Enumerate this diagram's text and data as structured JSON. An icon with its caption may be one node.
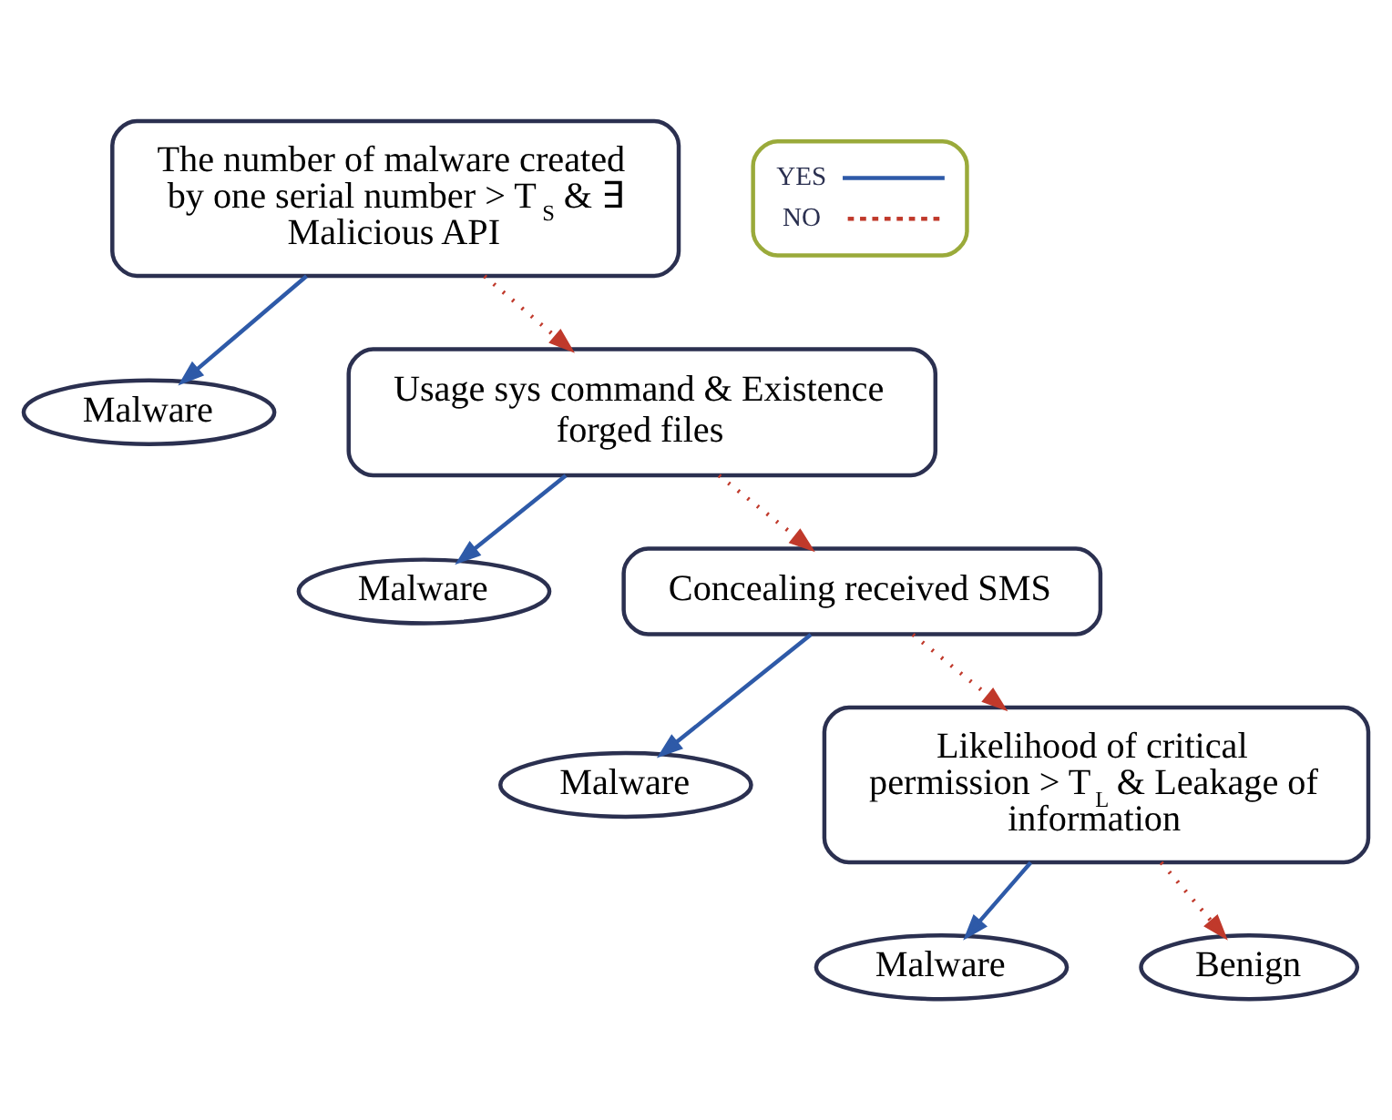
{
  "diagram": {
    "nodes": [
      {
        "text": [
          "The number of malware created by one serial number > T$_{S}$ & ∃ Malicious API"
        ]
      },
      {
        "text": [
          "Malware"
        ]
      },
      {
        "text": [
          "Usage sys command & Existence forged files"
        ]
      },
      {
        "text": [
          "Malware"
        ]
      },
      {
        "text": [
          "Concealing received SMS"
        ]
      },
      {
        "text": [
          "Malware"
        ]
      },
      {
        "text": [
          "Likelihood of critical permission > T$_{L}$ & Leakage of information"
        ]
      },
      {
        "text": [
          "Malware"
        ]
      },
      {
        "text": [
          "Benign"
        ]
      }
    ],
    "edges": [
      {
        "from": 0,
        "to": 2,
        "arrow": "to",
        "style": "dashed",
        "color": "#c0392b"
      },
      {
        "from": 0,
        "to": 1,
        "arrow": "to",
        "color": "#2e5aa8"
      },
      {
        "from": 2,
        "to": 3,
        "arrow": "to",
        "color": "#2e5aa8"
      },
      {
        "from": 2,
        "to": 4,
        "arrow": "to",
        "style": "dashed",
        "color": "#c0392b"
      },
      {
        "from": 4,
        "to": 6,
        "arrow": "to",
        "style": "dashed",
        "color": "#c0392b"
      },
      {
        "from": 4,
        "to": 5,
        "arrow": "to",
        "color": "#2e5aa8"
      },
      {
        "from": 6,
        "to": 7,
        "arrow": "to",
        "color": "#2e5aa8"
      },
      {
        "from": 6,
        "to": 8,
        "arrow": "to",
        "style": "dashed",
        "color": "#c0392b"
      }
    ],
    "legend": [
      {
        "text": "YES"
      },
      {
        "text": "NO"
      }
    ]
  }
}
